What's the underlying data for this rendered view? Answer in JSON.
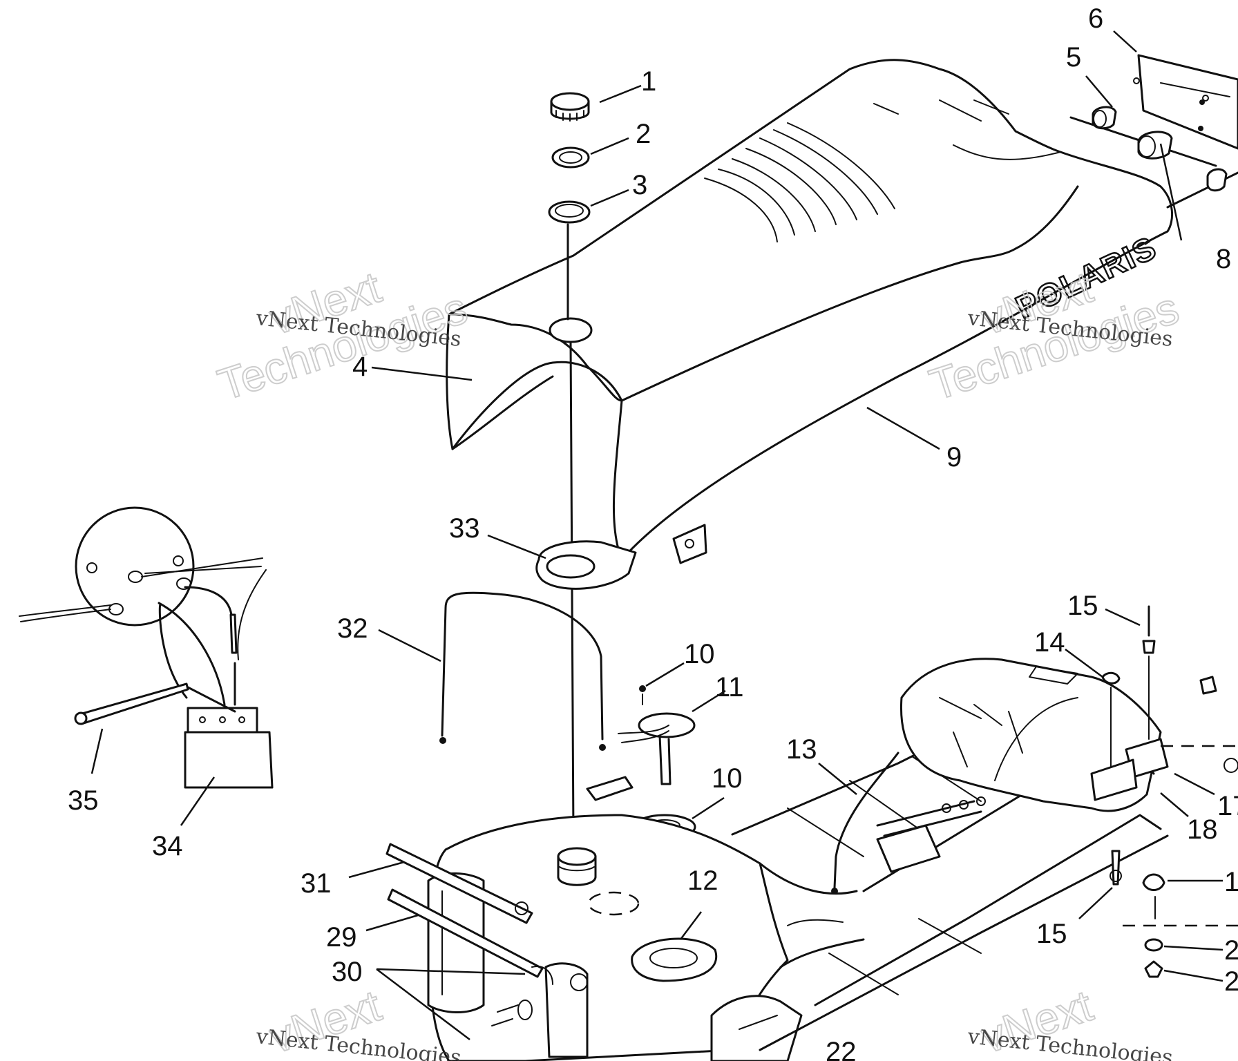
{
  "brand_label": "POLARIS",
  "callouts": [
    "1",
    "2",
    "3",
    "4",
    "5",
    "6",
    "8",
    "9",
    "33",
    "32",
    "10",
    "11",
    "10",
    "12",
    "13",
    "14",
    "15",
    "15",
    "17",
    "18",
    "31",
    "29",
    "30",
    "35",
    "34"
  ],
  "partial_callouts": [
    "1",
    "2",
    "2",
    "22"
  ],
  "watermark": {
    "small": "vNext Technologies",
    "big_line1": "vNext",
    "big_line2": "Technologies"
  }
}
